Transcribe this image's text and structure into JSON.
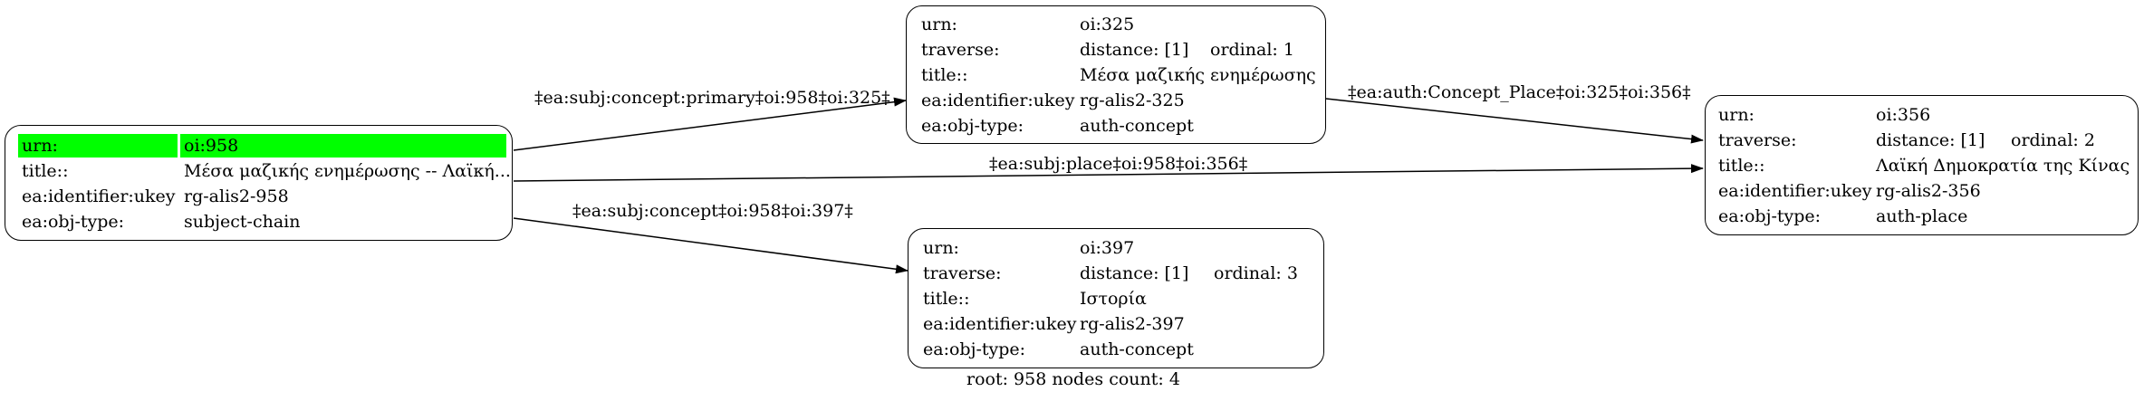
{
  "nodes": {
    "n958": {
      "rows": [
        {
          "key": "urn:",
          "value": "oi:958"
        },
        {
          "key": "title::",
          "value": "Μέσα μαζικής ενημέρωσης -- Λαϊκή..."
        },
        {
          "key": "ea:identifier:ukey",
          "value": "rg-alis2-958"
        },
        {
          "key": "ea:obj-type:",
          "value": "subject-chain"
        }
      ]
    },
    "n325": {
      "rows": [
        {
          "key": "urn:",
          "value": "oi:325"
        },
        {
          "key": "traverse:",
          "value": "distance: [1]",
          "extra": "ordinal: 1"
        },
        {
          "key": "title::",
          "value": "Μέσα μαζικής ενημέρωσης"
        },
        {
          "key": "ea:identifier:ukey",
          "value": "rg-alis2-325"
        },
        {
          "key": "ea:obj-type:",
          "value": "auth-concept"
        }
      ]
    },
    "n356": {
      "rows": [
        {
          "key": "urn:",
          "value": "oi:356"
        },
        {
          "key": "traverse:",
          "value": "distance: [1]",
          "extra": "ordinal: 2"
        },
        {
          "key": "title::",
          "value": "Λαϊκή Δημοκρατία της Κίνας"
        },
        {
          "key": "ea:identifier:ukey",
          "value": "rg-alis2-356"
        },
        {
          "key": "ea:obj-type:",
          "value": "auth-place"
        }
      ]
    },
    "n397": {
      "rows": [
        {
          "key": "urn:",
          "value": "oi:397"
        },
        {
          "key": "traverse:",
          "value": "distance: [1]",
          "extra": "ordinal: 3"
        },
        {
          "key": "title::",
          "value": "Ιστορία"
        },
        {
          "key": "ea:identifier:ukey",
          "value": "rg-alis2-397"
        },
        {
          "key": "ea:obj-type:",
          "value": "auth-concept"
        }
      ]
    }
  },
  "edges": {
    "e958_325": "‡ea:subj:concept:primary‡oi:958‡oi:325‡",
    "e325_356": "‡ea:auth:Concept_Place‡oi:325‡oi:356‡",
    "e958_356": "‡ea:subj:place‡oi:958‡oi:356‡",
    "e958_397": "‡ea:subj:concept‡oi:958‡oi:397‡"
  },
  "footer": "root: 958 nodes count: 4",
  "colors": {
    "highlight": "#00ff00",
    "stroke": "#000000",
    "background": "#ffffff"
  }
}
